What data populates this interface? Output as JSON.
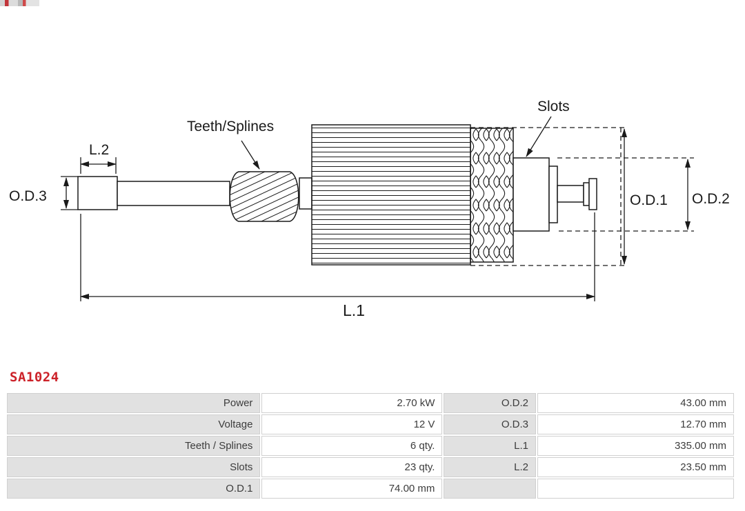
{
  "part_number": "SA1024",
  "colors": {
    "part_number_red": "#cc2229",
    "diagram_line": "#1a1a1a",
    "table_label_bg": "#e1e1e1",
    "table_border": "#d0d0d0",
    "table_text": "#3c3c3c"
  },
  "diagram": {
    "labels": {
      "teeth_splines": "Teeth/Splines",
      "slots": "Slots",
      "l1": "L.1",
      "l2": "L.2",
      "od1": "O.D.1",
      "od2": "O.D.2",
      "od3": "O.D.3"
    }
  },
  "table": {
    "rows": [
      {
        "left_label": "Power",
        "left_value": "2.70 kW",
        "right_label": "O.D.2",
        "right_value": "43.00 mm"
      },
      {
        "left_label": "Voltage",
        "left_value": "12 V",
        "right_label": "O.D.3",
        "right_value": "12.70 mm"
      },
      {
        "left_label": "Teeth / Splines",
        "left_value": "6 qty.",
        "right_label": "L.1",
        "right_value": "335.00 mm"
      },
      {
        "left_label": "Slots",
        "left_value": "23 qty.",
        "right_label": "L.2",
        "right_value": "23.50 mm"
      },
      {
        "left_label": "O.D.1",
        "left_value": "74.00 mm",
        "right_label": "",
        "right_value": ""
      }
    ]
  }
}
